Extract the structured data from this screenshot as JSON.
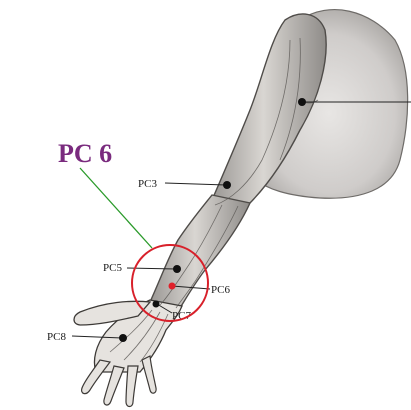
{
  "diagram": {
    "title": "PC 6",
    "points": [
      {
        "id": "pc3",
        "label": "PC3"
      },
      {
        "id": "pc5",
        "label": "PC5"
      },
      {
        "id": "pc6",
        "label": "PC6"
      },
      {
        "id": "pc7",
        "label": "PC7"
      },
      {
        "id": "pc8",
        "label": "PC8"
      }
    ],
    "colors": {
      "title": "#7a2b7e",
      "pointer_line": "#2a9a2a",
      "highlight_circle": "#d8202a",
      "highlight_point": "#e0202a",
      "acupoint": "#111111"
    }
  }
}
